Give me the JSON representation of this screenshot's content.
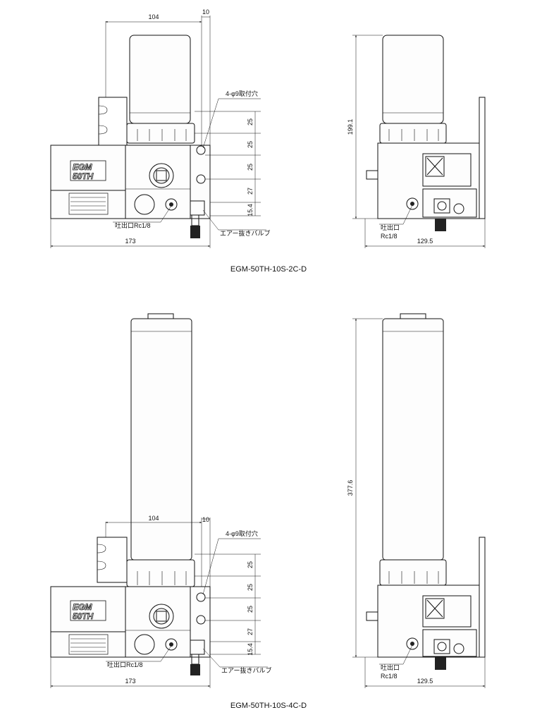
{
  "drawings": [
    {
      "caption": "EGM-50TH-10S-2C-D",
      "logo_top": "EGM",
      "logo_bottom": "50TH",
      "front": {
        "width_top": "104",
        "width_offset": "10",
        "overall_width": "173",
        "hole_callout": "4-φ9取付穴",
        "vertical_dims": [
          "25",
          "25",
          "25",
          "27",
          "15.4"
        ],
        "outlet_label": "吐出口Rc1/8",
        "valve_label": "エアー抜きバルブ"
      },
      "side": {
        "height": "199.1",
        "width": "129.5",
        "outlet_label": "吐出口",
        "outlet_size": "Rc1/8"
      }
    },
    {
      "caption": "EGM-50TH-10S-4C-D",
      "logo_top": "EGM",
      "logo_bottom": "50TH",
      "front": {
        "width_top": "104",
        "width_offset": "10",
        "overall_width": "173",
        "hole_callout": "4-φ9取付穴",
        "vertical_dims": [
          "25",
          "25",
          "25",
          "27",
          "15.4"
        ],
        "outlet_label": "吐出口Rc1/8",
        "valve_label": "エアー抜きバルブ"
      },
      "side": {
        "height": "377.6",
        "width": "129.5",
        "outlet_label": "吐出口",
        "outlet_size": "Rc1/8"
      }
    }
  ]
}
